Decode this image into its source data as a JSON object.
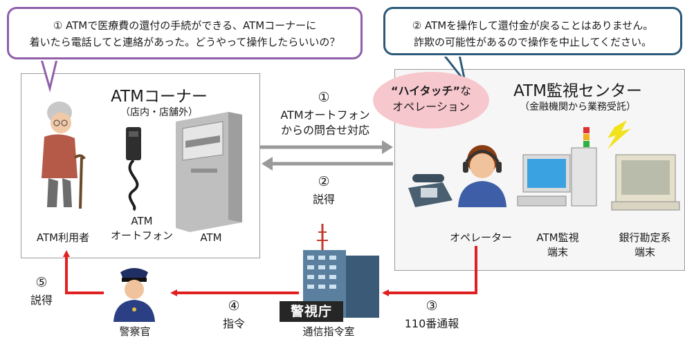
{
  "bubble_left": {
    "line1": "① ATMで医療費の還付の手続ができる、ATMコーナーに",
    "line2": "着いたら電話してと連絡があった。どうやって操作したらいいの？"
  },
  "bubble_right": {
    "line1": "② ATMを操作して還付金が戻ることはありません。",
    "line2": "詐欺の可能性があるので操作を中止してください。"
  },
  "atm_corner": {
    "title": "ATMコーナー",
    "subtitle": "（店内・店舗外）",
    "user_label": "ATM利用者",
    "autophone_label_1": "ATM",
    "autophone_label_2": "オートフォン",
    "atm_label": "ATM"
  },
  "center": {
    "title": "ATM監視センター",
    "subtitle": "（金融機関から業務受託）",
    "operator_label": "オペレーター",
    "terminal_label_1": "ATM監視",
    "terminal_label_2": "端末",
    "bank_label_1": "銀行勘定系",
    "bank_label_2": "端末"
  },
  "hightouch": {
    "quoted": "“ハイタッチ”",
    "suffix": "な",
    "line2": "オペレーション"
  },
  "flows": {
    "step1_num": "①",
    "step1_line1": "ATMオートフォン",
    "step1_line2": "からの問合せ対応",
    "step2_num": "②",
    "step2_label": "説得",
    "step3_num": "③",
    "step3_label": "110番通報",
    "step4_num": "④",
    "step4_label": "指令",
    "step5_num": "⑤",
    "step5_label": "説得"
  },
  "police": {
    "logo_text": "警視庁",
    "building_label": "通信指令室",
    "officer_label": "警察官"
  },
  "colors": {
    "left_bubble_border": "#8e5ea8",
    "right_bubble_border": "#2a5878",
    "red_arrow": "#e02020",
    "gray_arrow": "#9a9a9a",
    "hightouch_fill": "#f6c7cc"
  }
}
